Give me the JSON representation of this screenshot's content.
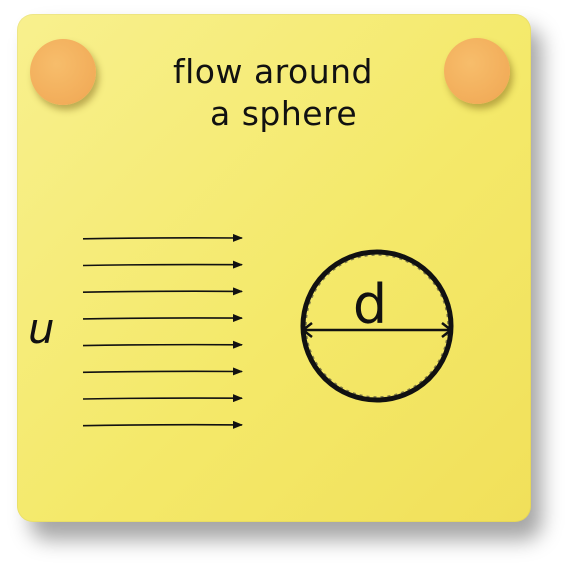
{
  "note": {
    "title_line1": "flow around",
    "title_line2": "a sphere",
    "background_color": "#f4e96a",
    "pin_color": "#f2ad5a"
  },
  "diagram": {
    "velocity_label": "u",
    "diameter_label": "d",
    "flow_arrow_count": 8
  }
}
